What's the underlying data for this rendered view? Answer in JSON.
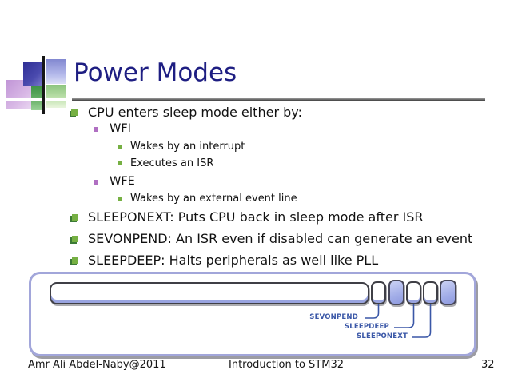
{
  "title": "Power Modes",
  "bullets": [
    {
      "level": 1,
      "text": "CPU enters sleep mode either by:"
    },
    {
      "level": 2,
      "text": "WFI"
    },
    {
      "level": 3,
      "text": "Wakes by an interrupt"
    },
    {
      "level": 3,
      "text": "Executes an ISR"
    },
    {
      "level": 2,
      "text": "WFE"
    },
    {
      "level": 3,
      "text": "Wakes by an external event line"
    },
    {
      "level": 1,
      "text": "SLEEPONEXT: Puts CPU back in sleep mode after ISR"
    },
    {
      "level": 1,
      "text": "SEVONPEND: An ISR even if disabled can generate an event"
    },
    {
      "level": 1,
      "text": "SLEEPDEEP: Halts peripherals as well like PLL"
    }
  ],
  "diagram": {
    "description": "control register with highlighted bit fields",
    "register_labels": [
      "SEVONPEND",
      "SLEEPDEEP",
      "SLEEPONEXT"
    ]
  },
  "footer": {
    "author": "Amr Ali Abdel-Naby@2011",
    "center": "Introduction to STM32",
    "page": "32"
  },
  "colors": {
    "title_navy": "#1e1e82",
    "bullet_green": "#76b043",
    "bullet_green_shadow": "#3c7a36",
    "bullet_purple": "#b06fc2",
    "diagram_border_periwinkle": "#a2a6da",
    "bit_fill_periwinkle": "#a3aee8",
    "box_outline": "#3f3f46",
    "callout_blue": "#3a57a7"
  }
}
